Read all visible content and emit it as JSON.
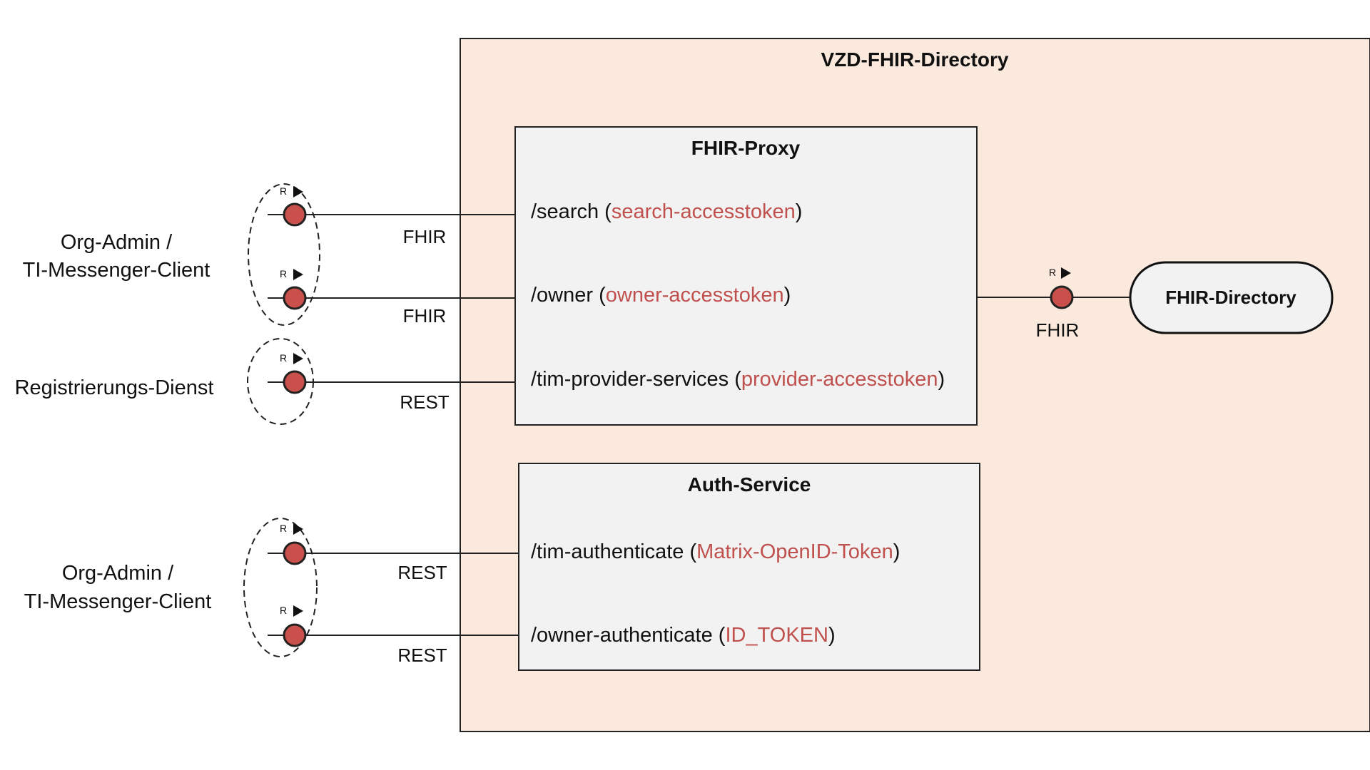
{
  "outer": {
    "title": "VZD-FHIR-Directory"
  },
  "proxy": {
    "title": "FHIR-Proxy",
    "endpoints": [
      {
        "path": "/search (",
        "token": "search-accesstoken",
        "close": ")"
      },
      {
        "path": "/owner (",
        "token": "owner-accesstoken",
        "close": ")"
      },
      {
        "path": "/tim-provider-services (",
        "token": "provider-accesstoken",
        "close": ")"
      }
    ]
  },
  "auth": {
    "title": "Auth-Service",
    "endpoints": [
      {
        "path": "/tim-authenticate (",
        "token": "Matrix-OpenID-Token",
        "close": ")"
      },
      {
        "path": "/owner-authenticate (",
        "token": "ID_TOKEN",
        "close": ")"
      }
    ]
  },
  "directory": {
    "label": "FHIR-Directory",
    "link_label": "FHIR"
  },
  "actors": [
    {
      "line1": "Org-Admin /",
      "line2": "TI-Messenger-Client"
    },
    {
      "line1": "Registrierungs-Dienst"
    },
    {
      "line1": "Org-Admin /",
      "line2": "TI-Messenger-Client"
    }
  ],
  "links": [
    "FHIR",
    "FHIR",
    "REST",
    "REST",
    "REST"
  ],
  "port_marker": "R",
  "colors": {
    "container_fill": "#fbe9dd",
    "box_fill": "#f2f2f2",
    "token_red": "#c0504d",
    "port_fill": "#c9504b",
    "stroke": "#222222"
  }
}
